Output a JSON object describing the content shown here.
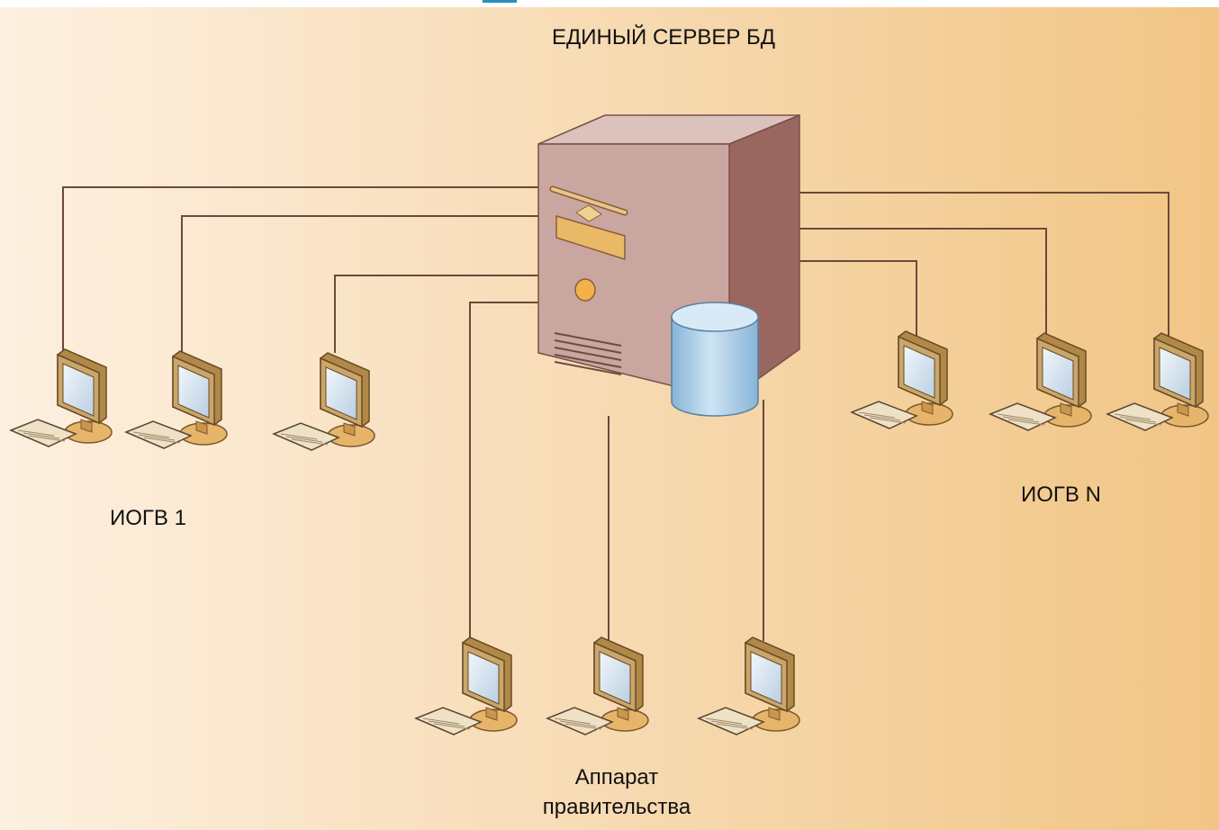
{
  "diagram": {
    "title": "ЕДИНЫЙ СЕРВЕР БД",
    "groups": {
      "left": {
        "label": "ИОГВ 1"
      },
      "right": {
        "label": "ИОГВ N"
      },
      "bottom": {
        "label_line1": "Аппарат",
        "label_line2": "правительства"
      }
    },
    "colors": {
      "background_left": "#fdf0e0",
      "background_right": "#f1c585",
      "server_front": "#c9a6a0",
      "server_side": "#9a6760",
      "server_top": "#dcc2bc",
      "database": "#a9cde8",
      "connector_line": "#6a4a3a",
      "monitor_frame": "#c9a66a",
      "monitor_screen": "#dbe8f3"
    },
    "icons": {
      "server": "server-tower-icon",
      "database": "database-cylinder-icon",
      "workstation": "workstation-icon"
    }
  }
}
